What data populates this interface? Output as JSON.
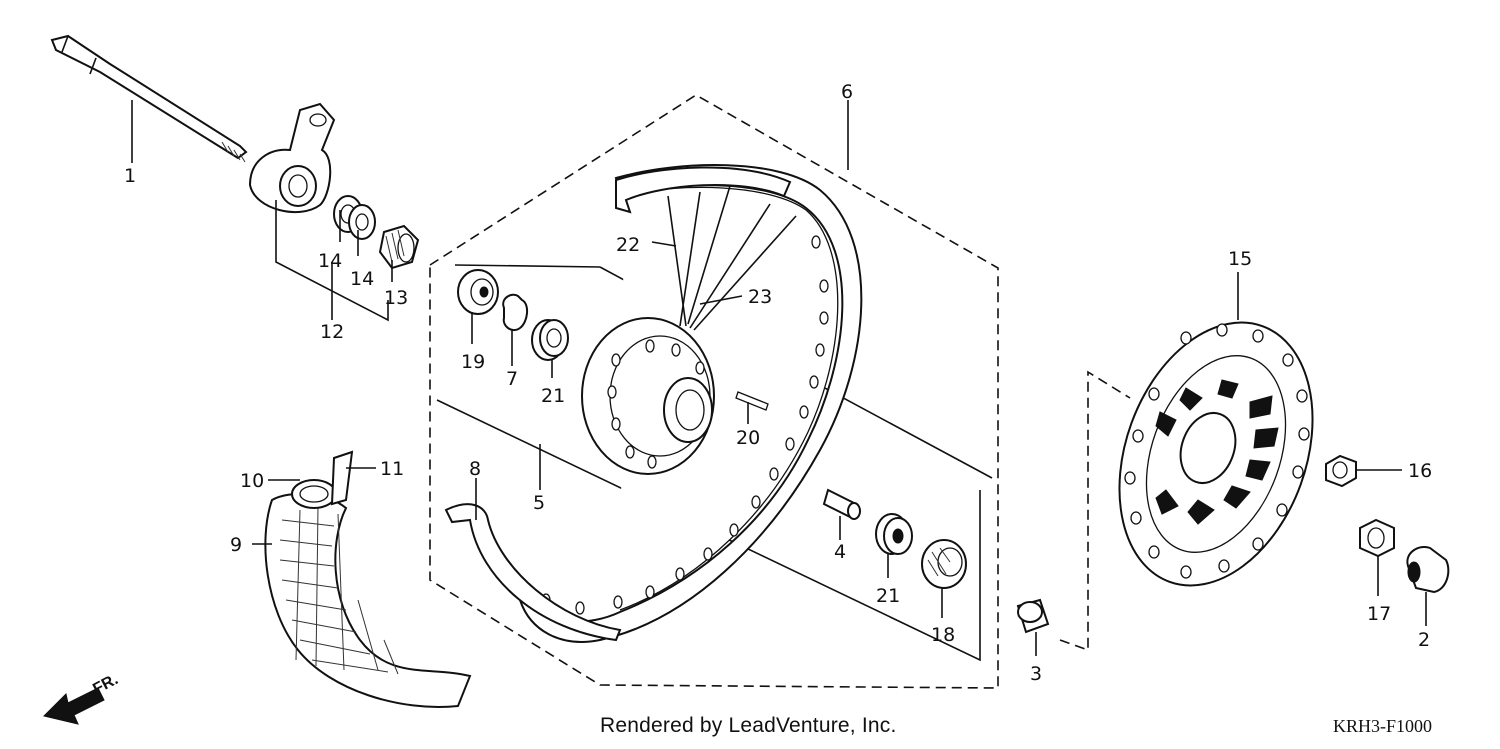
{
  "callouts": [
    "1",
    "2",
    "3",
    "4",
    "5",
    "6",
    "7",
    "8",
    "9",
    "10",
    "11",
    "12",
    "13",
    "14",
    "14",
    "15",
    "16",
    "17",
    "18",
    "19",
    "20",
    "21",
    "21",
    "22",
    "23"
  ],
  "direction_label": "FR.",
  "footer": {
    "credit": "Rendered by LeadVenture, Inc.",
    "code": "KRH3-F1000"
  }
}
